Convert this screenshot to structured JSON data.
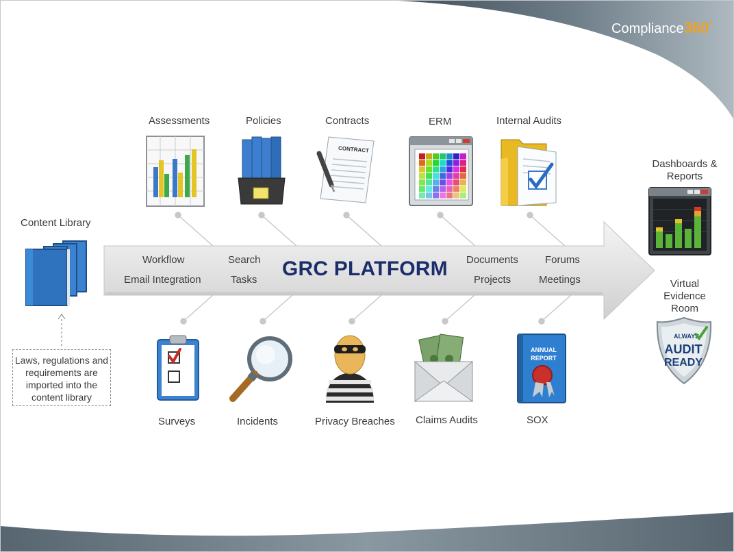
{
  "brand": {
    "name": "Compliance",
    "number": "360",
    "degree": "°"
  },
  "platform": {
    "title": "GRC PLATFORM",
    "left_features": [
      "Workflow",
      "Search",
      "Email Integration",
      "Tasks"
    ],
    "right_features": [
      "Documents",
      "Forums",
      "Projects",
      "Meetings"
    ]
  },
  "top_modules": [
    "Assessments",
    "Policies",
    "Contracts",
    "ERM",
    "Internal Audits"
  ],
  "bottom_modules": [
    "Surveys",
    "Incidents",
    "Privacy Breaches",
    "Claims Audits",
    "SOX"
  ],
  "content_library": {
    "label": "Content Library",
    "note": "Laws, regulations and requirements are imported into the content library"
  },
  "outputs": {
    "dashboards": "Dashboards & Reports",
    "evidence_room": "Virtual Evidence Room",
    "badge_top": "ALWAYS",
    "badge_mid": "AUDIT",
    "badge_bottom": "READY"
  },
  "icon_text": {
    "contract": "CONTRACT",
    "annual_report_1": "ANNUAL",
    "annual_report_2": "REPORT"
  },
  "colors": {
    "background_swoosh": "#5b6b76",
    "title": "#1b2d6b",
    "brand_accent": "#f0a21e",
    "arrow": "#dcdcdc"
  }
}
